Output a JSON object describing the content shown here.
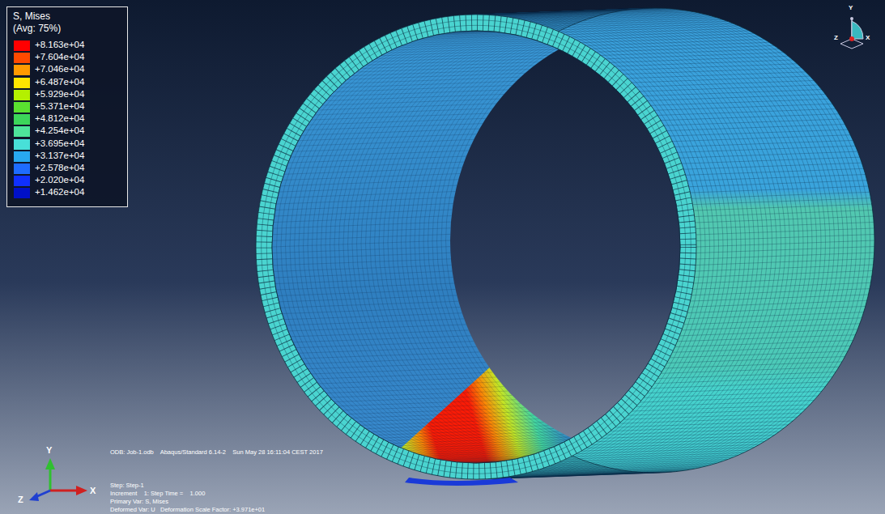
{
  "diagram": {
    "labels": [
      "S, Mises",
      "(Avg: 75%)",
      "ODB: Job-1.odb    Abaqus/Standard 6.14-2    Sun May 28 16:11:04 CEST 2017",
      "Step: Step-1",
      "Increment    1: Step Time =    1.000",
      "Primary Var: S, Mises",
      "Deformed Var: U   Deformation Scale Factor: +3.971e+01",
      "Y",
      "Z",
      "X",
      "Y",
      "Z",
      "X"
    ],
    "legend": [
      {
        "text": "+8.163e+04",
        "color": "#ff0000"
      },
      {
        "text": "+7.604e+04",
        "color": "#ff4a00"
      },
      {
        "text": "+7.046e+04",
        "color": "#ff9a00"
      },
      {
        "text": "+6.487e+04",
        "color": "#ffe600"
      },
      {
        "text": "+5.929e+04",
        "color": "#b4f000"
      },
      {
        "text": "+5.371e+04",
        "color": "#5ae030"
      },
      {
        "text": "+4.812e+04",
        "color": "#3cd65a"
      },
      {
        "text": "+4.254e+04",
        "color": "#4ee49a"
      },
      {
        "text": "+3.695e+04",
        "color": "#48e0d8"
      },
      {
        "text": "+3.137e+04",
        "color": "#28a8f0"
      },
      {
        "text": "+2.578e+04",
        "color": "#1e6cff"
      },
      {
        "text": "+2.020e+04",
        "color": "#1030ff"
      },
      {
        "text": "+1.462e+04",
        "color": "#0010c8"
      }
    ]
  }
}
